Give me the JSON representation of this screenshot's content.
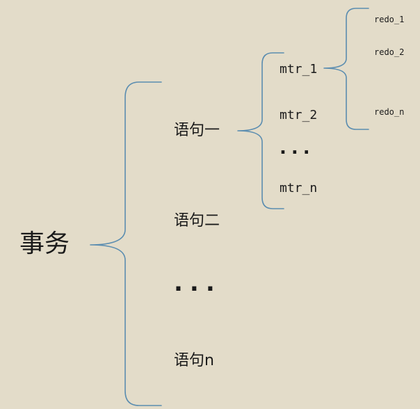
{
  "diagram": {
    "root": "事务",
    "statements": [
      "语句一",
      "语句二",
      "...",
      "语句n"
    ],
    "mtrs": [
      "mtr_1",
      "mtr_2",
      "...",
      "mtr_n"
    ],
    "redos": [
      "redo_1",
      "redo_2",
      "redo_n"
    ]
  },
  "colors": {
    "background": "#e3dcc9",
    "brace": "#5b8db0",
    "text": "#1a1a1a"
  }
}
